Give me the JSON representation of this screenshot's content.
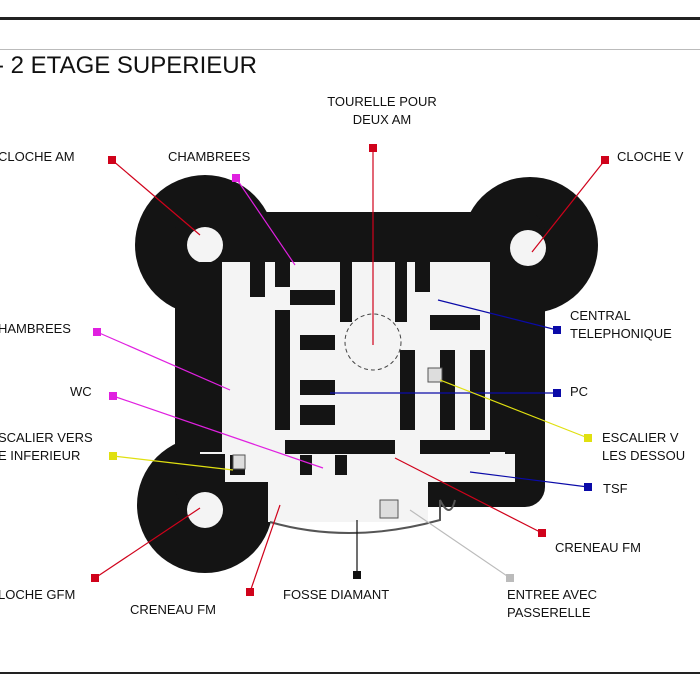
{
  "title": "- 2 ETAGE SUPERIEUR",
  "labels": {
    "cloche_am": "CLOCHE AM",
    "chambrees_top": "CHAMBREES",
    "tourelle_1": "TOURELLE POUR",
    "tourelle_2": "DEUX AM",
    "cloche_v": "CLOCHE V",
    "chambrees_left": "HAMBREES",
    "central_1": "CENTRAL",
    "central_2": "TELEPHONIQUE",
    "wc": "WC",
    "pc": "PC",
    "escalier_inf_1": "SCALIER VERS",
    "escalier_inf_2": "E INFERIEUR",
    "escalier_dessous_1": "ESCALIER V",
    "escalier_dessous_2": "LES DESSOU",
    "tsf": "TSF",
    "creneau_fm_right": "CRENEAU FM",
    "cloche_gfm": "LOCHE GFM",
    "creneau_fm_bottom": "CRENEAU FM",
    "fosse_diamant": "FOSSE DIAMANT",
    "entree_1": "ENTREE AVEC",
    "entree_2": "PASSERELLE"
  },
  "colors": {
    "red": "#d0021b",
    "magenta": "#e020e0",
    "blue": "#0a0aa8",
    "yellow": "#f0f020",
    "black": "#111111",
    "grey": "#bbbbbb",
    "wall": "#141414"
  }
}
